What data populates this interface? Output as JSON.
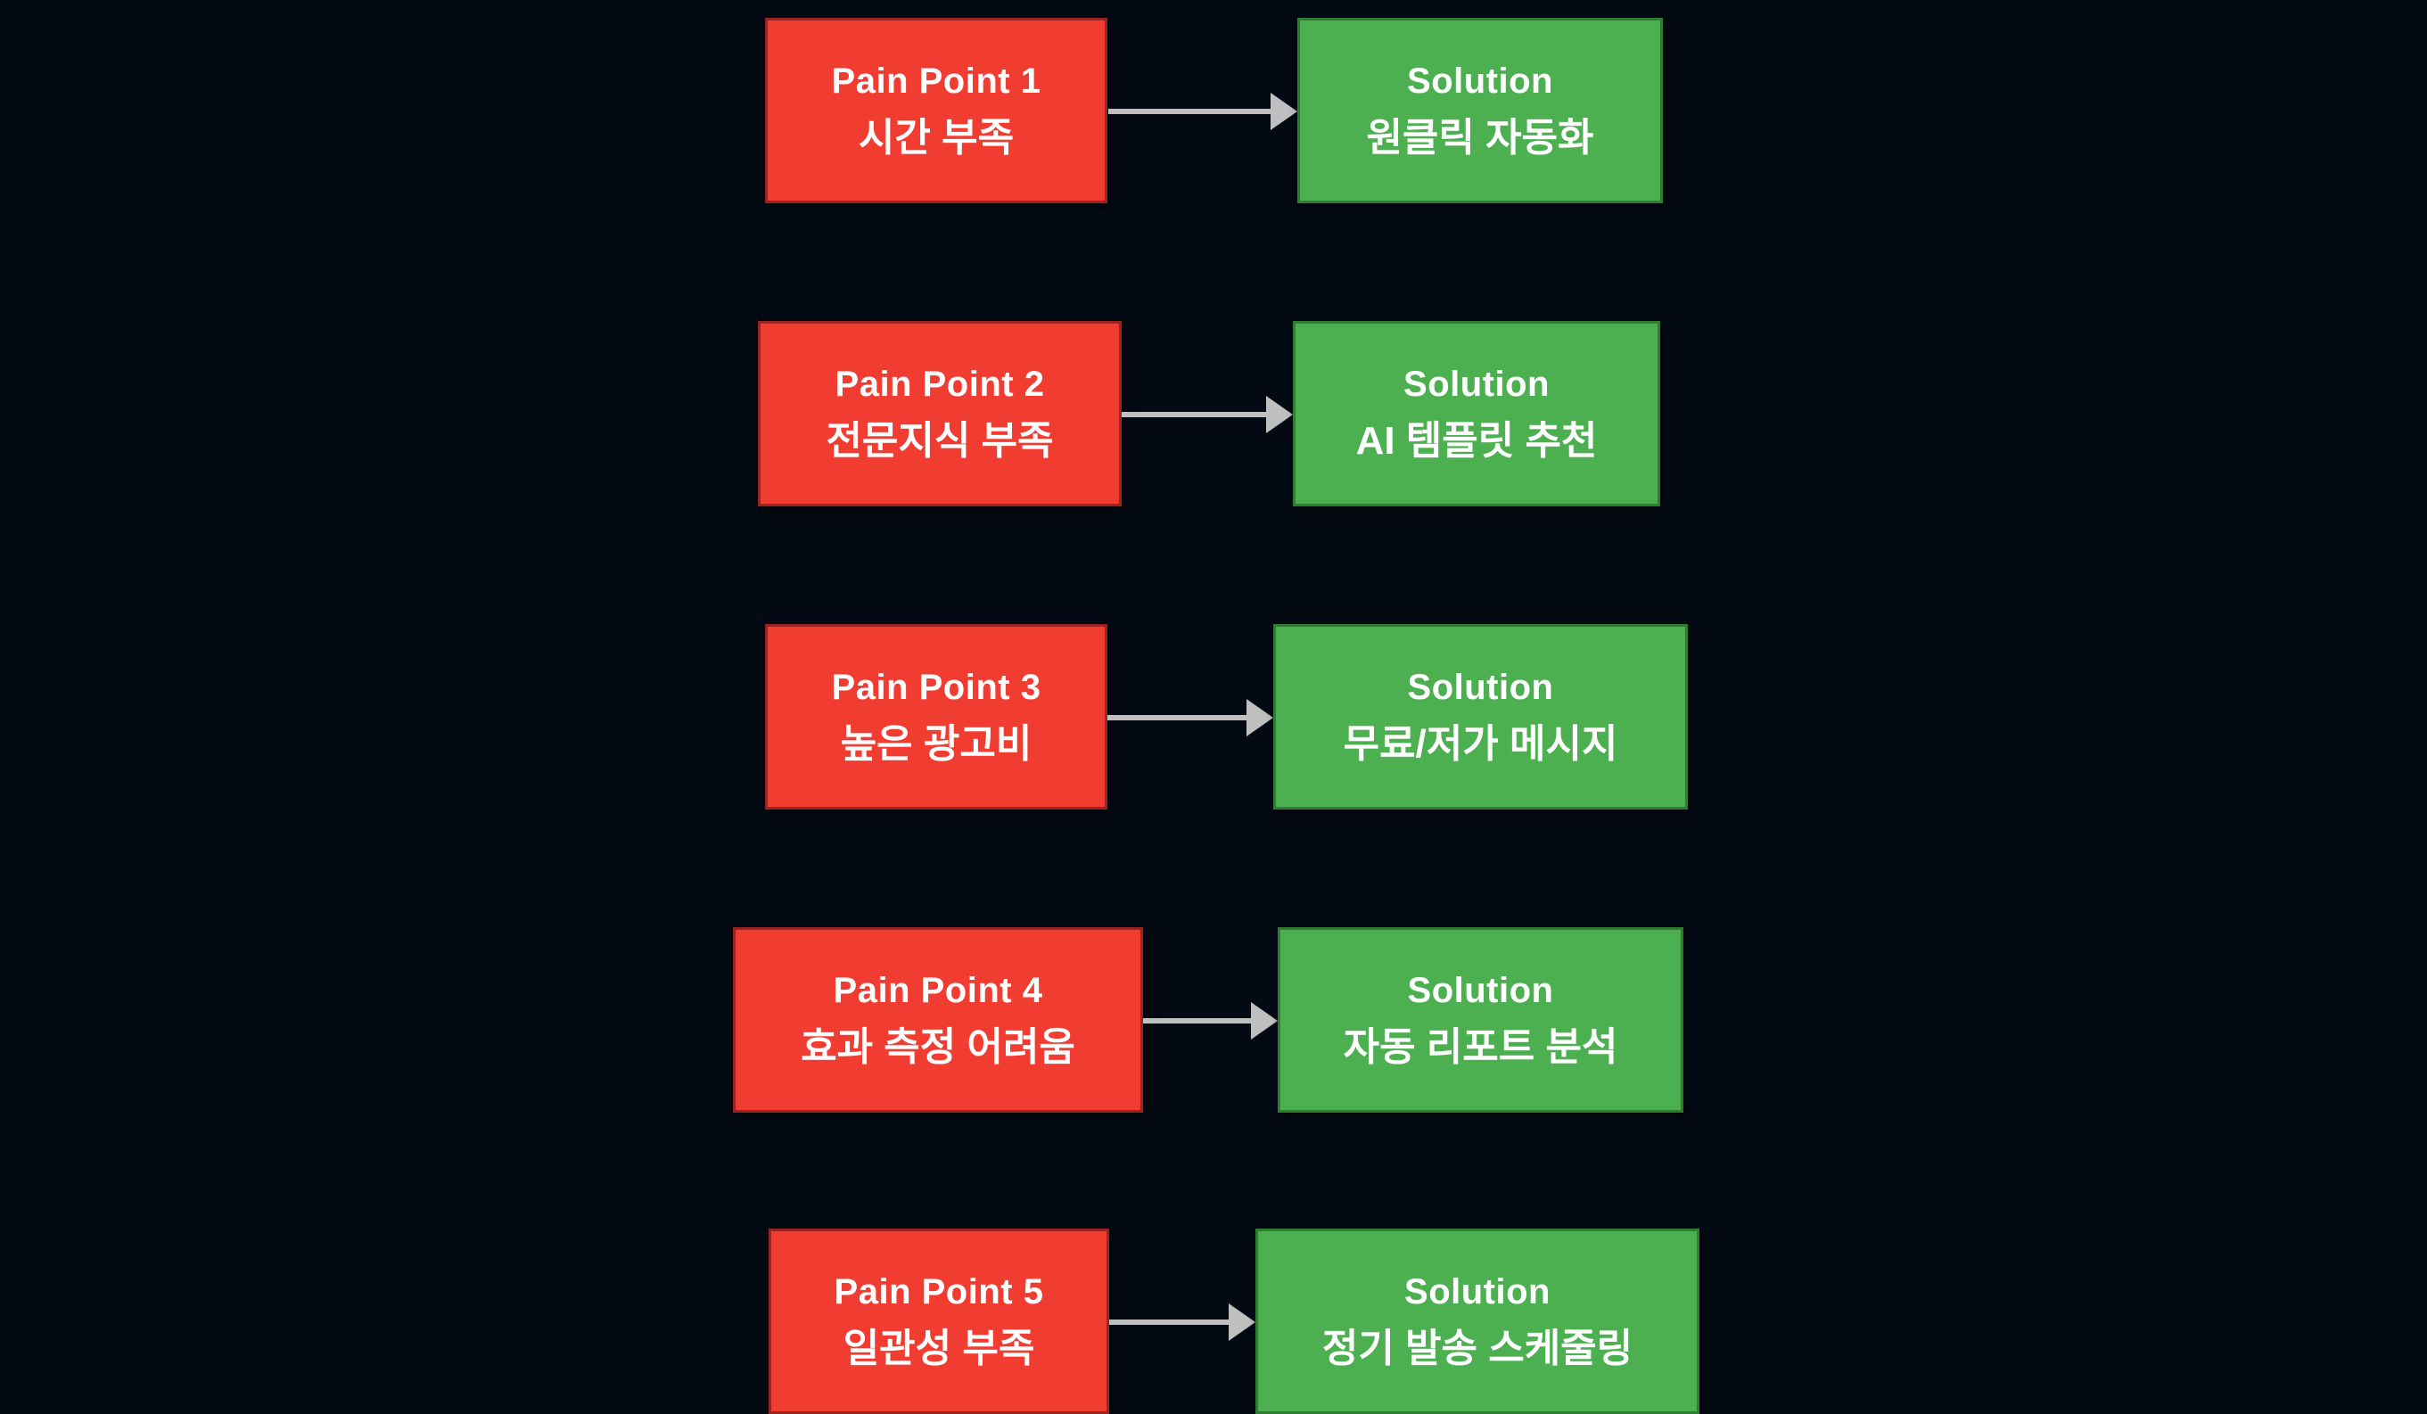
{
  "diagram": {
    "background_color": "#040a14",
    "text_color": "#ffffff",
    "pain_color": "#f03c31",
    "pain_border_color": "#9b2320",
    "solution_color": "#4caf50",
    "solution_border_color": "#2e7d32",
    "arrow_color": "#bfbfbf",
    "rows": [
      {
        "pain_title": "Pain Point 1",
        "pain_subtitle": "시간 부족",
        "solution_title": "Solution",
        "solution_subtitle": "원클릭 자동화"
      },
      {
        "pain_title": "Pain Point 2",
        "pain_subtitle": "전문지식 부족",
        "solution_title": "Solution",
        "solution_subtitle": "AI 템플릿 추천"
      },
      {
        "pain_title": "Pain Point 3",
        "pain_subtitle": "높은 광고비",
        "solution_title": "Solution",
        "solution_subtitle": "무료/저가 메시지"
      },
      {
        "pain_title": "Pain Point 4",
        "pain_subtitle": "효과 측정 어려움",
        "solution_title": "Solution",
        "solution_subtitle": "자동 리포트 분석"
      },
      {
        "pain_title": "Pain Point 5",
        "pain_subtitle": "일관성 부족",
        "solution_title": "Solution",
        "solution_subtitle": "정기 발송 스케줄링"
      }
    ]
  }
}
